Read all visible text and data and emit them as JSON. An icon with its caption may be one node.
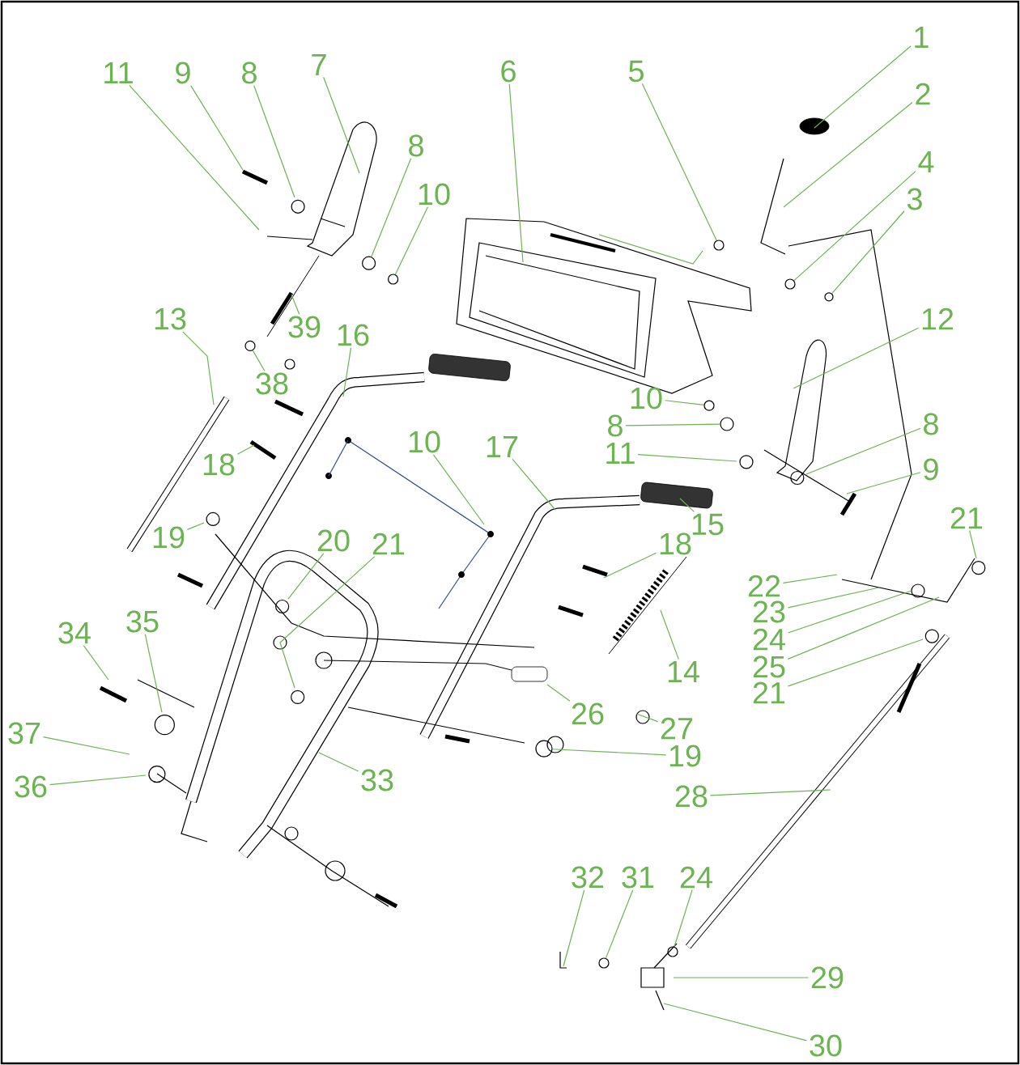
{
  "diagram": {
    "nodes": [
      {
        "text": [
          "1"
        ]
      },
      {
        "text": [
          "2"
        ]
      },
      {
        "text": [
          "11"
        ]
      },
      {
        "text": [
          "9"
        ]
      },
      {
        "text": [
          "8"
        ]
      },
      {
        "text": [
          "7"
        ]
      },
      {
        "text": [
          "6"
        ]
      },
      {
        "text": [
          "5"
        ]
      },
      {
        "text": [
          "4"
        ]
      },
      {
        "text": [
          "3"
        ]
      },
      {
        "text": [
          "8"
        ]
      },
      {
        "text": [
          "10"
        ]
      },
      {
        "text": [
          "12"
        ]
      },
      {
        "text": [
          "13"
        ]
      },
      {
        "text": [
          "39"
        ]
      },
      {
        "text": [
          "16"
        ]
      },
      {
        "text": [
          "38"
        ]
      },
      {
        "text": [
          "10"
        ]
      },
      {
        "text": [
          "8"
        ]
      },
      {
        "text": [
          "8"
        ]
      },
      {
        "text": [
          "11"
        ]
      },
      {
        "text": [
          "18"
        ]
      },
      {
        "text": [
          "10"
        ]
      },
      {
        "text": [
          "17"
        ]
      },
      {
        "text": [
          "9"
        ]
      },
      {
        "text": [
          "21"
        ]
      },
      {
        "text": [
          "15"
        ]
      },
      {
        "text": [
          "19"
        ]
      },
      {
        "text": [
          "20"
        ]
      },
      {
        "text": [
          "21"
        ]
      },
      {
        "text": [
          "18"
        ]
      },
      {
        "text": [
          "22"
        ]
      },
      {
        "text": [
          "23"
        ]
      },
      {
        "text": [
          "34"
        ]
      },
      {
        "text": [
          "35"
        ]
      },
      {
        "text": [
          "24"
        ]
      },
      {
        "text": [
          "25"
        ]
      },
      {
        "text": [
          "14"
        ]
      },
      {
        "text": [
          "21"
        ]
      },
      {
        "text": [
          "26"
        ]
      },
      {
        "text": [
          "27"
        ]
      },
      {
        "text": [
          "37"
        ]
      },
      {
        "text": [
          "19"
        ]
      },
      {
        "text": [
          "33"
        ]
      },
      {
        "text": [
          "36"
        ]
      },
      {
        "text": [
          "28"
        ]
      },
      {
        "text": [
          "32"
        ]
      },
      {
        "text": [
          "31"
        ]
      },
      {
        "text": [
          "24"
        ]
      },
      {
        "text": [
          "29"
        ]
      },
      {
        "text": [
          "30"
        ]
      },
      {
        "text": [],
        "shape": "circle"
      },
      {
        "text": [],
        "shape": "circle"
      },
      {
        "text": [],
        "shape": "circle"
      },
      {
        "text": [],
        "shape": "circle"
      },
      {
        "text": [],
        "shape": "circle"
      },
      {
        "text": [],
        "shape": "circle"
      },
      {
        "text": [],
        "shape": "circle"
      },
      {
        "text": [],
        "shape": "circle"
      },
      {
        "text": [],
        "shape": "circle"
      },
      {
        "text": [],
        "shape": "circle"
      },
      {
        "text": [],
        "shape": "circle"
      }
    ],
    "edges": [
      {
        "from": 0,
        "to": null,
        "arrow": "none"
      },
      {
        "from": 1,
        "to": null,
        "arrow": "none"
      },
      {
        "from": 2,
        "to": null,
        "arrow": "none"
      },
      {
        "from": 3,
        "to": null,
        "arrow": "none"
      },
      {
        "from": 4,
        "to": null,
        "arrow": "none"
      },
      {
        "from": 5,
        "to": null,
        "arrow": "none"
      },
      {
        "from": 6,
        "to": null,
        "arrow": "none"
      },
      {
        "from": 7,
        "to": 58,
        "arrow": "none"
      },
      {
        "from": 8,
        "to": 60,
        "arrow": "none"
      },
      {
        "from": 9,
        "to": 61,
        "arrow": "none"
      },
      {
        "from": 10,
        "to": 52,
        "arrow": "none"
      },
      {
        "from": 11,
        "to": 53,
        "arrow": "none"
      },
      {
        "from": 12,
        "to": null,
        "arrow": "none"
      },
      {
        "from": 13,
        "to": null,
        "arrow": "none"
      },
      {
        "from": 14,
        "to": null,
        "arrow": "none"
      },
      {
        "from": 15,
        "to": null,
        "arrow": "none"
      },
      {
        "from": 16,
        "to": 51,
        "arrow": "none"
      },
      {
        "from": 17,
        "to": 57,
        "arrow": "none"
      },
      {
        "from": 18,
        "to": 59,
        "arrow": "none"
      },
      {
        "from": 19,
        "to": null,
        "arrow": "none"
      },
      {
        "from": 20,
        "to": null,
        "arrow": "none"
      },
      {
        "from": 21,
        "to": null,
        "arrow": "none"
      },
      {
        "from": 22,
        "to": null,
        "arrow": "none"
      },
      {
        "from": 23,
        "to": null,
        "arrow": "none"
      },
      {
        "from": 24,
        "to": null,
        "arrow": "none"
      },
      {
        "from": 25,
        "to": null,
        "arrow": "none"
      },
      {
        "from": 26,
        "to": null,
        "arrow": "none"
      },
      {
        "from": 27,
        "to": null,
        "arrow": "none"
      },
      {
        "from": 28,
        "to": null,
        "arrow": "none"
      },
      {
        "from": 29,
        "to": null,
        "arrow": "none"
      },
      {
        "from": 30,
        "to": null,
        "arrow": "none"
      },
      {
        "from": 31,
        "to": null,
        "arrow": "none"
      },
      {
        "from": 32,
        "to": null,
        "arrow": "none"
      },
      {
        "from": 33,
        "to": null,
        "arrow": "none"
      },
      {
        "from": 34,
        "to": null,
        "arrow": "none"
      },
      {
        "from": 35,
        "to": null,
        "arrow": "none"
      },
      {
        "from": 36,
        "to": null,
        "arrow": "none"
      },
      {
        "from": 37,
        "to": null,
        "arrow": "none"
      },
      {
        "from": 38,
        "to": null,
        "arrow": "none"
      },
      {
        "from": 39,
        "to": null,
        "arrow": "none"
      },
      {
        "from": 40,
        "to": null,
        "arrow": "none"
      },
      {
        "from": 41,
        "to": null,
        "arrow": "none"
      },
      {
        "from": 42,
        "to": 54,
        "arrow": "none"
      },
      {
        "from": 43,
        "to": null,
        "arrow": "none"
      },
      {
        "from": 44,
        "to": null,
        "arrow": "none"
      },
      {
        "from": 45,
        "to": null,
        "arrow": "none"
      },
      {
        "from": 46,
        "to": null,
        "arrow": "none"
      },
      {
        "from": 47,
        "to": 55,
        "arrow": "none"
      },
      {
        "from": 48,
        "to": 56,
        "arrow": "none"
      },
      {
        "from": 49,
        "to": null,
        "arrow": "none"
      },
      {
        "from": 50,
        "to": null,
        "arrow": "none"
      }
    ]
  }
}
